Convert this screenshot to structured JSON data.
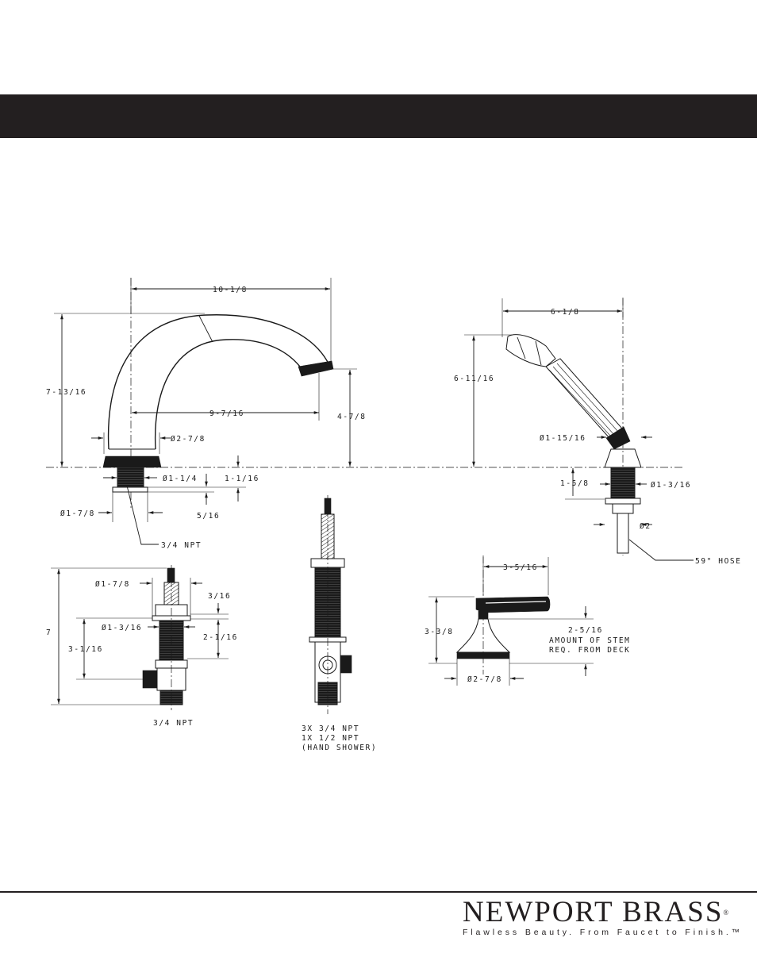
{
  "header": {
    "title": ""
  },
  "dimensions": {
    "spout_width": "10-1/8",
    "spout_height": "7-13/16",
    "spout_reach": "9-7/16",
    "spout_outlet_height": "4-7/8",
    "spout_base_dia": "Ø2-7/8",
    "spout_shank_dia": "Ø1-1/4",
    "spout_deck_max": "1-1/16",
    "spout_deck_min": "5/16",
    "spout_nut_dia": "Ø1-7/8",
    "spout_thread": "3/4 NPT",
    "shower_width": "6-1/8",
    "shower_height": "6-11/16",
    "shower_holder_dia": "Ø1-15/16",
    "shower_deck": "1-5/8",
    "shower_shank_dia": "Ø1-3/16",
    "shower_nut_dia": "Ø2",
    "shower_hose": "59\" HOSE",
    "valve_nut_dia": "Ø1-7/8",
    "valve_shank_dia": "Ø1-3/16",
    "valve_height": "7",
    "valve_inlet_height": "3-1/16",
    "valve_nut_thickness": "3/16",
    "valve_deck_range": "2-1/16",
    "valve_thread": "3/4 NPT",
    "diverter_ports": [
      "3X 3/4 NPT",
      "1X 1/2 NPT",
      "(HAND SHOWER)"
    ],
    "handle_length": "3-5/16",
    "handle_height": "3-3/8",
    "handle_stem": [
      "2-5/16",
      "AMOUNT OF STEM",
      "REQ. FROM DECK"
    ],
    "handle_base_dia": "Ø2-7/8"
  },
  "brand": {
    "name": "NEWPORT BRASS",
    "registered": "®",
    "tagline": "Flawless Beauty. From Faucet to Finish.",
    "trademark": "™"
  },
  "colors": {
    "bar": "#231f20",
    "ink": "#1a1a1a",
    "paper": "#ffffff"
  }
}
